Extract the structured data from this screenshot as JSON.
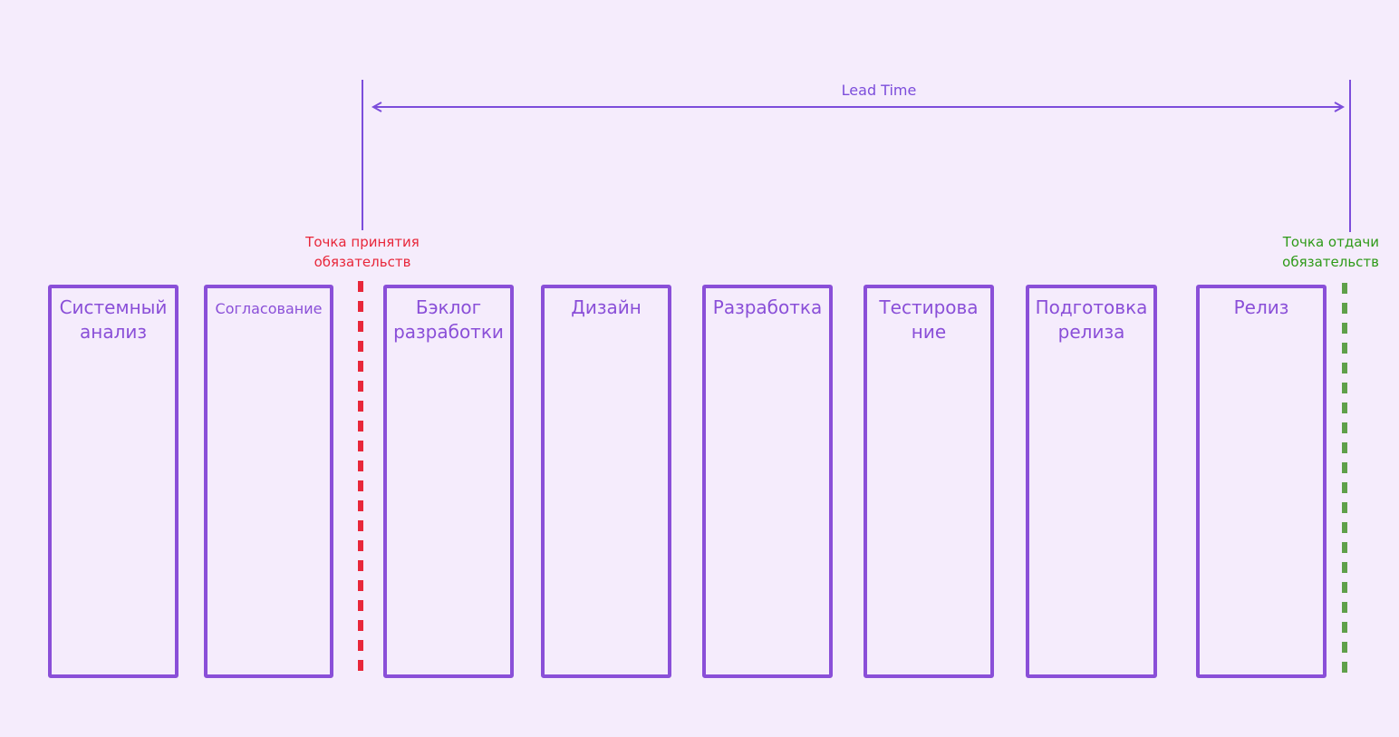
{
  "lead_time": {
    "label": "Lead Time"
  },
  "markers": {
    "commitment": {
      "line1": "Точка принятия",
      "line2": "обязательств",
      "color": "#e8273a"
    },
    "delivery": {
      "line1": "Точка отдачи",
      "line2": "обязательств",
      "color": "#2e9a18"
    }
  },
  "columns": [
    {
      "title": "Системный\nанализ"
    },
    {
      "title": "Согласование"
    },
    {
      "title": "Бэклог\nразработки"
    },
    {
      "title": "Дизайн"
    },
    {
      "title": "Разработка"
    },
    {
      "title": "Тестирова\nние"
    },
    {
      "title": "Подготовка\nрелиза"
    },
    {
      "title": "Релиз"
    }
  ],
  "colors": {
    "background": "#f5ecfc",
    "accent": "#8a4fd8",
    "lead_line": "#7c4ddb"
  }
}
